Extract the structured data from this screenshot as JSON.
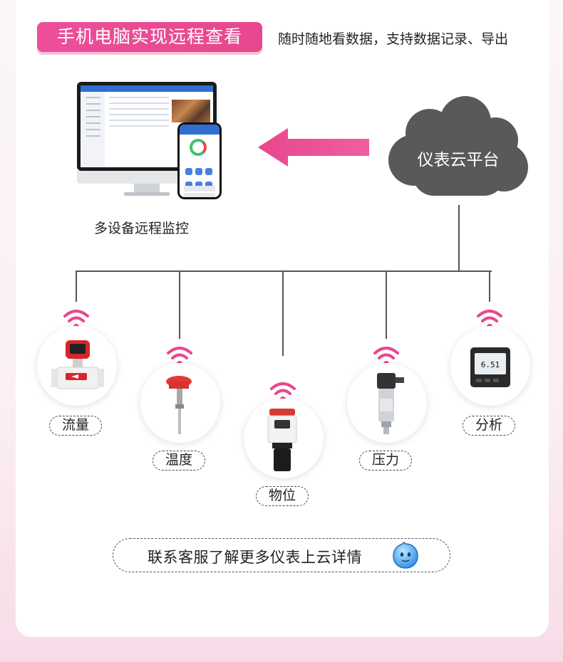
{
  "header": {
    "title": "手机电脑实现远程查看",
    "subtitle": "随时随地看数据，支持数据记录、导出"
  },
  "pc": {
    "label": "多设备远程监控"
  },
  "cloud": {
    "label": "仪表云平台"
  },
  "devices": [
    {
      "label": "流量",
      "icon": "flowmeter-icon"
    },
    {
      "label": "温度",
      "icon": "temperature-sensor-icon"
    },
    {
      "label": "物位",
      "icon": "level-sensor-icon"
    },
    {
      "label": "压力",
      "icon": "pressure-transmitter-icon"
    },
    {
      "label": "分析",
      "icon": "analyzer-icon",
      "display_value": "6.51"
    }
  ],
  "cta": {
    "text": "联系客服了解更多仪表上云详情"
  },
  "colors": {
    "accent": "#e8478d",
    "cloud": "#595959",
    "line": "#555555"
  }
}
